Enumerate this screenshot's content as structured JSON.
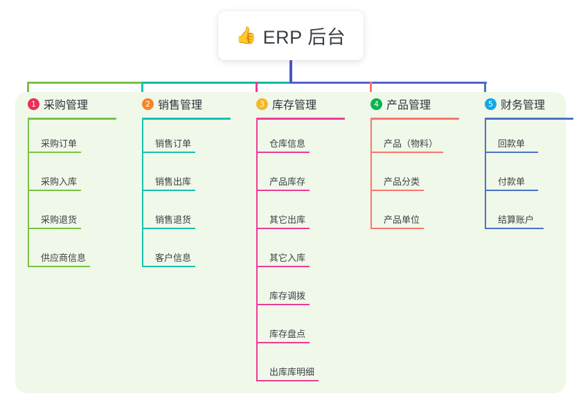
{
  "root": {
    "icon": "thumbs-up-icon",
    "icon_glyph": "👍",
    "title": "ERP 后台"
  },
  "panel": {
    "background": "#eff8e9"
  },
  "connectors": {
    "stem_color": "#4b55c4",
    "bus_left_color": "#7ac143",
    "bus_mid_color": "#12b6a0",
    "bus_right_color": "#5360cc"
  },
  "columns": [
    {
      "number": "1",
      "title": "采购管理",
      "badge_color": "#ec2f57",
      "accent": "#7ac143",
      "rule_width": 128,
      "items": [
        {
          "label": "采购订单",
          "rule_width": 77
        },
        {
          "label": "采购入库",
          "rule_width": 77
        },
        {
          "label": "采购退货",
          "rule_width": 77
        },
        {
          "label": "供应商信息",
          "rule_width": 90
        }
      ]
    },
    {
      "number": "2",
      "title": "销售管理",
      "badge_color": "#f5872b",
      "accent": "#18bfae",
      "rule_width": 128,
      "items": [
        {
          "label": "销售订单",
          "rule_width": 77
        },
        {
          "label": "销售出库",
          "rule_width": 77
        },
        {
          "label": "销售退货",
          "rule_width": 77
        },
        {
          "label": "客户信息",
          "rule_width": 77
        }
      ]
    },
    {
      "number": "3",
      "title": "库存管理",
      "badge_color": "#f5b829",
      "accent": "#ee3a95",
      "rule_width": 128,
      "items": [
        {
          "label": "仓库信息",
          "rule_width": 77
        },
        {
          "label": "产品库存",
          "rule_width": 77
        },
        {
          "label": "其它出库",
          "rule_width": 77
        },
        {
          "label": "其它入库",
          "rule_width": 77
        },
        {
          "label": "库存调拨",
          "rule_width": 77
        },
        {
          "label": "库存盘点",
          "rule_width": 77
        },
        {
          "label": "出库库明细",
          "rule_width": 90
        }
      ]
    },
    {
      "number": "4",
      "title": "产品管理",
      "badge_color": "#09b451",
      "accent": "#f8766b",
      "rule_width": 128,
      "items": [
        {
          "label": "产品（物料）",
          "rule_width": 105
        },
        {
          "label": "产品分类",
          "rule_width": 77
        },
        {
          "label": "产品单位",
          "rule_width": 77
        }
      ]
    },
    {
      "number": "5",
      "title": "财务管理",
      "badge_color": "#13a8e8",
      "accent": "#4a72c4",
      "rule_width": 128,
      "items": [
        {
          "label": "回款单",
          "rule_width": 77
        },
        {
          "label": "付款单",
          "rule_width": 77
        },
        {
          "label": "结算账户",
          "rule_width": 85
        }
      ]
    }
  ]
}
